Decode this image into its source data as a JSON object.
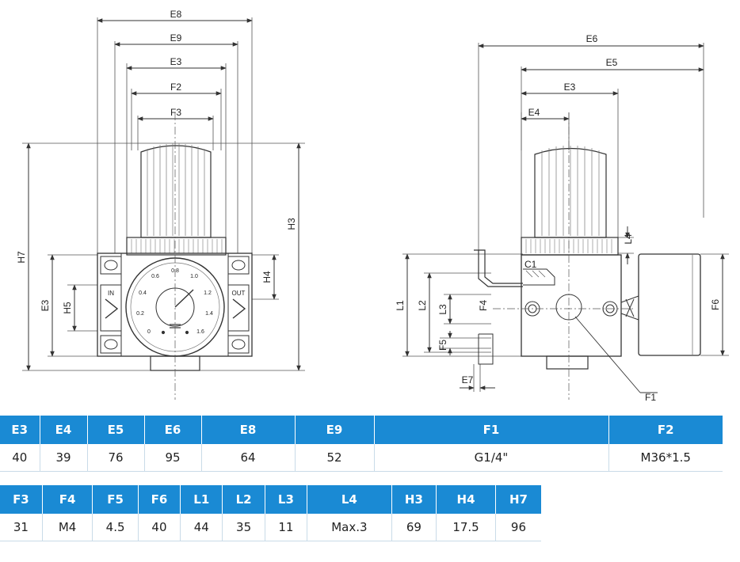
{
  "drawing": {
    "front_labels": {
      "e8": "E8",
      "e9": "E9",
      "e3_top": "E3",
      "f2": "F2",
      "f3": "F3",
      "h7": "H7",
      "h3": "H3",
      "e3_side": "E3",
      "h5": "H5",
      "h4": "H4",
      "in": "IN",
      "out": "OUT",
      "gauge_ticks": [
        "0.6",
        "0.8",
        "1.0",
        "0.4",
        "1.2",
        "0.2",
        "1.4",
        "0",
        "1.6"
      ]
    },
    "side_labels": {
      "e6": "E6",
      "e5": "E5",
      "e3": "E3",
      "e4": "E4",
      "l4": "L4",
      "c1": "C1",
      "l1": "L1",
      "l2": "L2",
      "l3": "L3",
      "f4": "F4",
      "f5": "F5",
      "e7": "E7",
      "f6": "F6",
      "f1": "F1"
    }
  },
  "table1": {
    "headers": [
      "E3",
      "E4",
      "E5",
      "E6",
      "E8",
      "E9",
      "F1",
      "F2"
    ],
    "values": [
      "40",
      "39",
      "76",
      "95",
      "64",
      "52",
      "G1/4\"",
      "M36*1.5"
    ]
  },
  "table2": {
    "headers": [
      "F3",
      "F4",
      "F5",
      "F6",
      "L1",
      "L2",
      "L3",
      "L4",
      "H3",
      "H4",
      "H7"
    ],
    "values": [
      "31",
      "M4",
      "4.5",
      "40",
      "44",
      "35",
      "11",
      "Max.3",
      "69",
      "17.5",
      "96"
    ]
  },
  "colors": {
    "header_bg": "#1a8ad4",
    "header_text": "#ffffff",
    "line": "#333333"
  }
}
